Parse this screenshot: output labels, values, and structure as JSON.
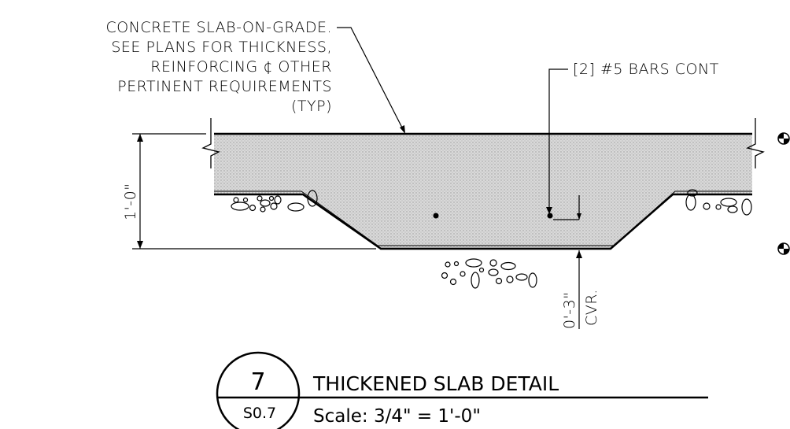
{
  "notes": {
    "slab": [
      "CONCRETE SLAB-ON-GRADE.",
      "SEE PLANS FOR THICKNESS,",
      "REINFORCING ¢ OTHER",
      "PERTINENT REQUIREMENTS",
      "(TYP)"
    ],
    "bars": "[2] #5 BARS CONT"
  },
  "dimensions": {
    "depth": "1'-0\"",
    "cover": "0'-3\"",
    "cover_label": "CVR."
  },
  "title_block": {
    "detail_number": "7",
    "sheet": "S0.7",
    "title": "THICKENED SLAB DETAIL",
    "scale": "Scale: 3/4\" = 1'-0\""
  }
}
